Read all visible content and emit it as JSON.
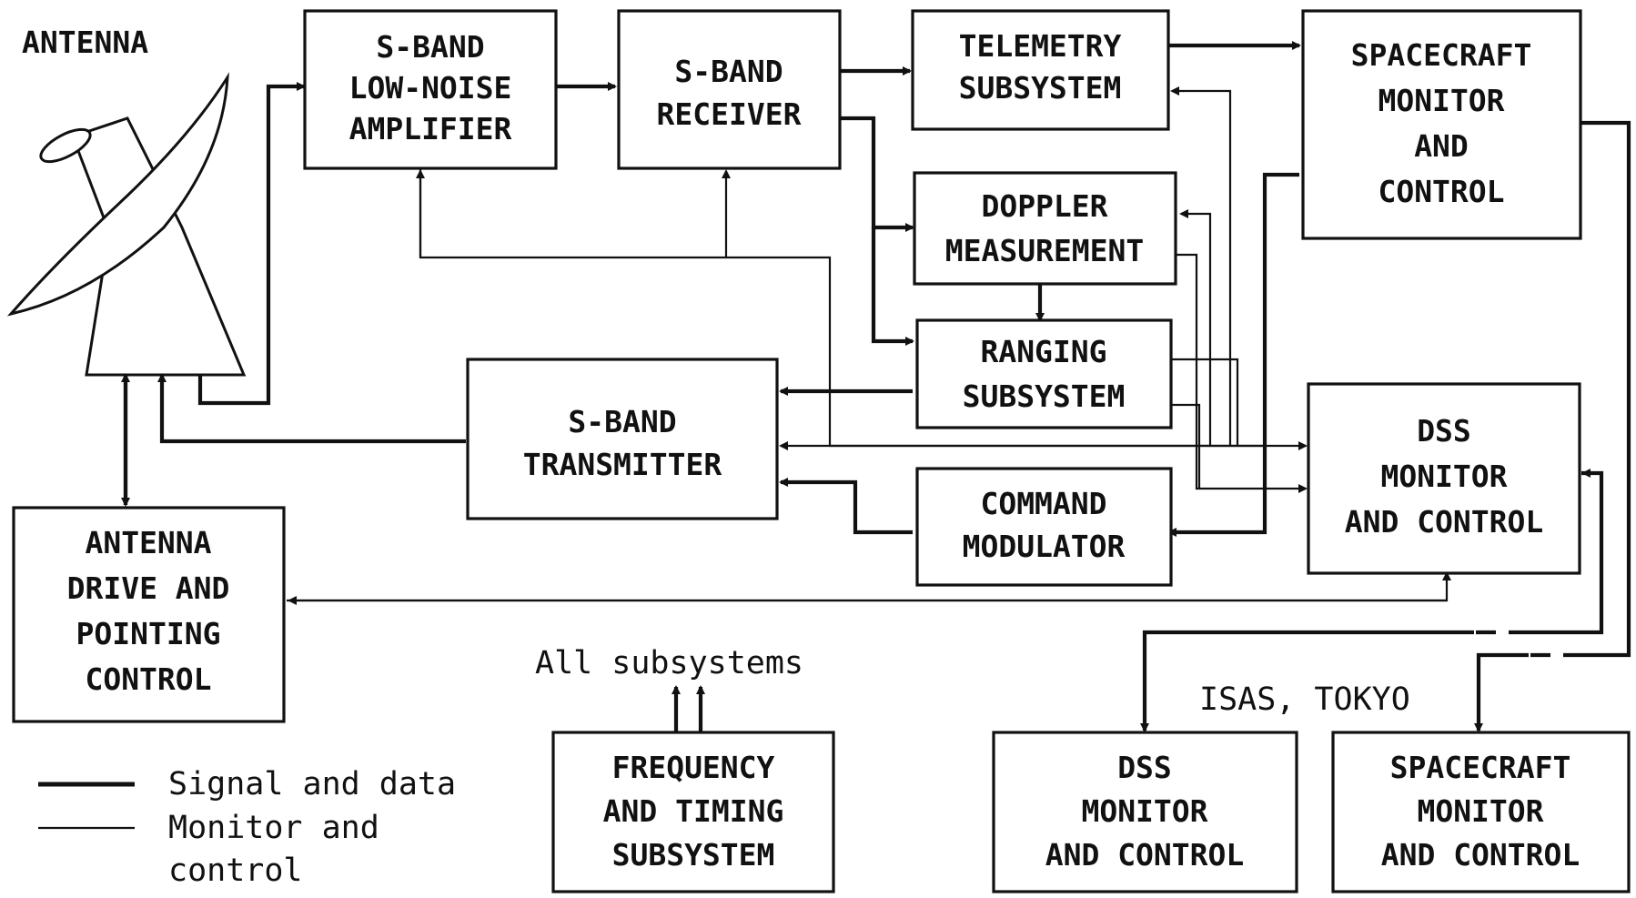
{
  "labels": {
    "antenna": "ANTENNA",
    "all_subsystems": "All subsystems",
    "isas": "ISAS, TOKYO"
  },
  "boxes": {
    "lna": [
      "S-BAND",
      "LOW-NOISE",
      "AMPLIFIER"
    ],
    "receiver": [
      "S-BAND",
      "RECEIVER"
    ],
    "telemetry": [
      "TELEMETRY",
      "SUBSYSTEM"
    ],
    "sc_monitor_top": [
      "SPACECRAFT",
      "MONITOR",
      "AND",
      "CONTROL"
    ],
    "doppler": [
      "DOPPLER",
      "MEASUREMENT"
    ],
    "ranging": [
      "RANGING",
      "SUBSYSTEM"
    ],
    "transmitter": [
      "S-BAND",
      "TRANSMITTER"
    ],
    "command": [
      "COMMAND",
      "MODULATOR"
    ],
    "dss_top": [
      "DSS",
      "MONITOR",
      "AND CONTROL"
    ],
    "antenna_drive": [
      "ANTENNA",
      "DRIVE AND",
      "POINTING",
      "CONTROL"
    ],
    "freq_timing": [
      "FREQUENCY",
      "AND TIMING",
      "SUBSYSTEM"
    ],
    "dss_tokyo": [
      "DSS",
      "MONITOR",
      "AND CONTROL"
    ],
    "sc_tokyo": [
      "SPACECRAFT",
      "MONITOR",
      "AND CONTROL"
    ]
  },
  "legend": {
    "signal": "Signal and data",
    "monitor_1": "Monitor and",
    "monitor_2": "control"
  }
}
